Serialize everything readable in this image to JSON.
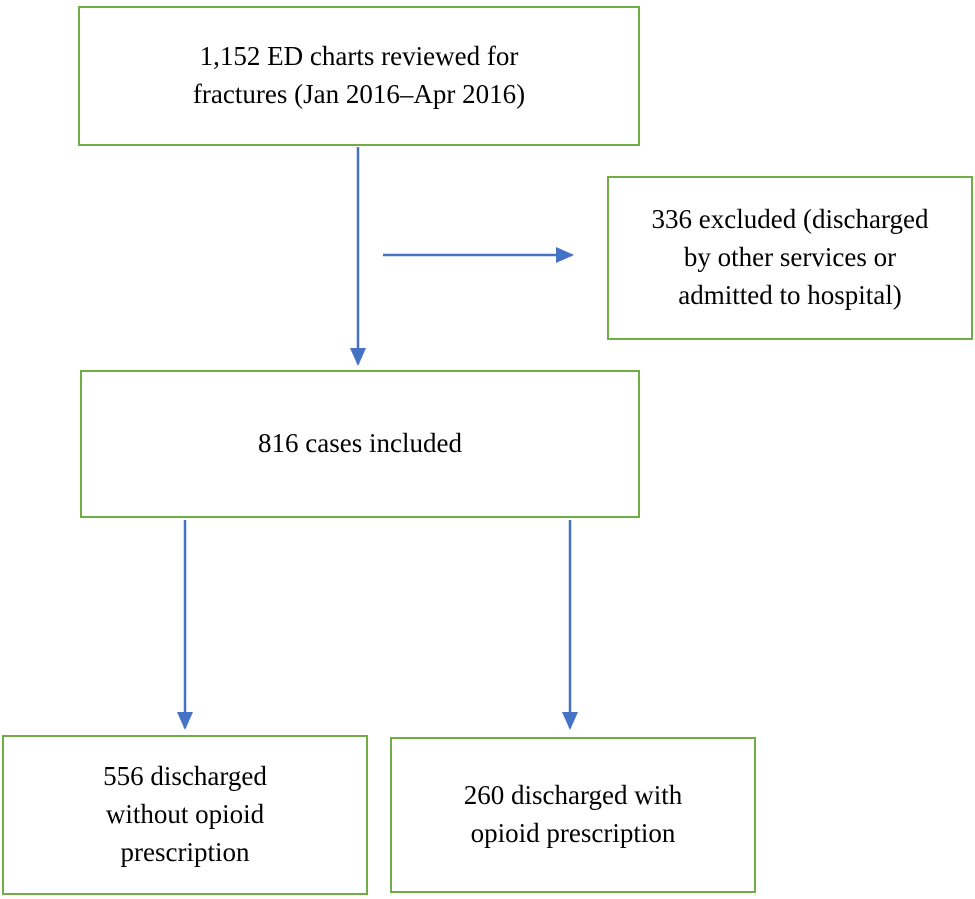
{
  "diagram": {
    "type": "flowchart",
    "colors": {
      "box_border": "#70AD47",
      "arrow": "#4472C4",
      "text": "#000000",
      "background": "#ffffff"
    },
    "boxes": {
      "reviewed": {
        "label": "1,152 ED charts reviewed for fractures (Jan 2016–Apr 2016)",
        "label_lines": [
          "1,152 ED charts reviewed for",
          "fractures (Jan 2016–Apr 2016)"
        ]
      },
      "excluded": {
        "label": "336 excluded (discharged by other services or admitted to hospital)",
        "label_lines": [
          "336 excluded (discharged",
          "by other services or",
          "admitted to hospital)"
        ]
      },
      "included": {
        "label": "816 cases included",
        "label_lines": [
          "816 cases included"
        ]
      },
      "no_opioid": {
        "label": "556 discharged without opioid prescription",
        "label_lines": [
          "556 discharged",
          "without opioid",
          "prescription"
        ]
      },
      "opioid": {
        "label": "260 discharged with opioid prescription",
        "label_lines": [
          "260 discharged with",
          "opioid prescription"
        ]
      }
    }
  }
}
